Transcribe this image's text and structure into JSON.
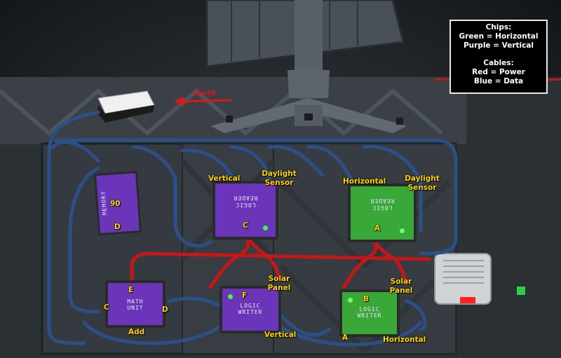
{
  "legend": {
    "chips_title": "Chips:",
    "chips_green": "Green = Horizontal",
    "chips_purple": "Purple = Vertical",
    "cables_title": "Cables:",
    "cables_red": "Red = Power",
    "cables_blue": "Blue = Data"
  },
  "north_label": "North",
  "chips": {
    "memory": {
      "text": "MEMORY",
      "value": "90",
      "letter": "D"
    },
    "reader_vertical": {
      "text1": "LOGIC",
      "text2": "READER",
      "letter": "C",
      "top_left": "Vertical",
      "top_right_1": "Daylight",
      "top_right_2": "Sensor"
    },
    "reader_horizontal": {
      "text1": "LOGIC",
      "text2": "READER",
      "letter": "A",
      "top_left": "Horizontal",
      "top_right_1": "Daylight",
      "top_right_2": "Sensor"
    },
    "math": {
      "text1": "MATH",
      "text2": "UNIT",
      "top": "E",
      "left": "C",
      "right": "D",
      "bottom": "Add"
    },
    "writer_vertical": {
      "text1": "LOGIC",
      "text2": "WRITER",
      "letter": "F",
      "right_1": "Solar",
      "right_2": "Panel",
      "bottom": "Vertical"
    },
    "writer_horizontal": {
      "text1": "LOGIC",
      "text2": "WRITER",
      "letter": "B",
      "right_1": "Solar",
      "right_2": "Panel",
      "bottom_left": "A",
      "bottom_right": "Horizontal"
    }
  },
  "colors": {
    "green_chip": "#3aa838",
    "purple_chip": "#6a35b8",
    "power_cable": "#c41818",
    "data_cable": "#2c4f86",
    "label": "#ffd400"
  }
}
